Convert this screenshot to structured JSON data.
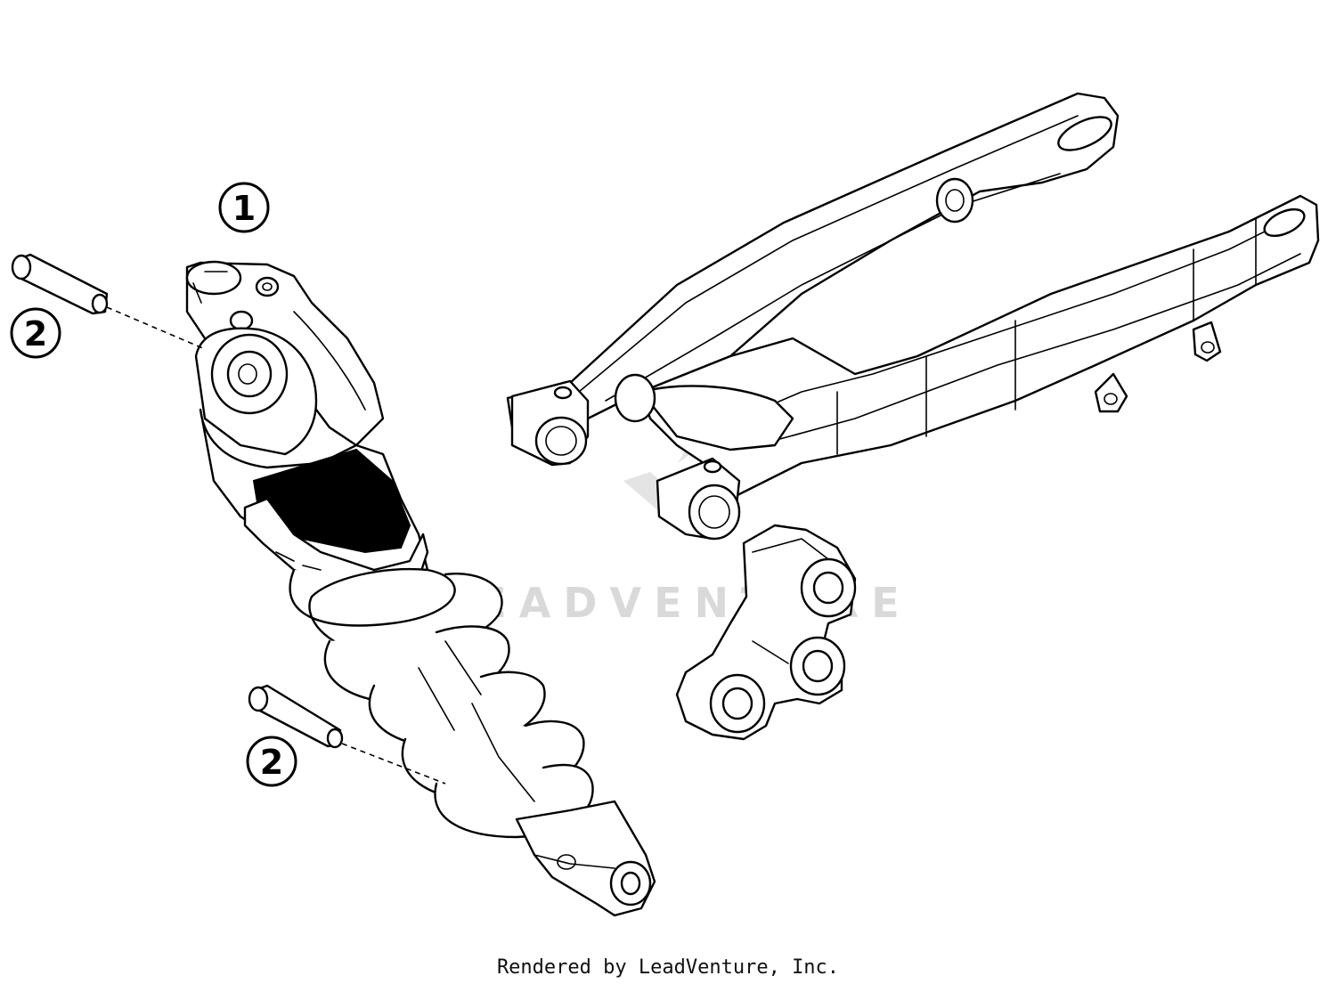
{
  "callouts": {
    "shock_absorber": "1",
    "bolt_upper": "2",
    "bolt_lower": "2"
  },
  "watermark": {
    "text": "LEADVENTURE"
  },
  "footer": {
    "credit": "Rendered by LeadVenture, Inc."
  }
}
